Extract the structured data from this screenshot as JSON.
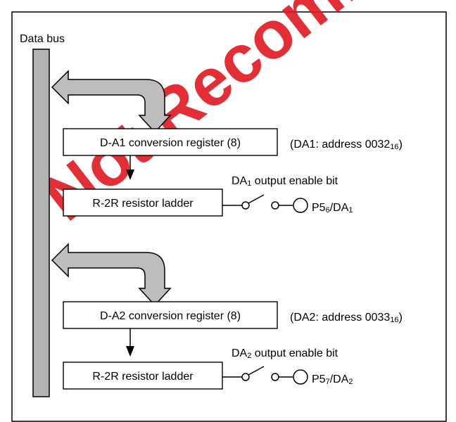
{
  "data_bus_label": "Data bus",
  "watermark_text": "Not Recommended Product",
  "channels": [
    {
      "register_label": "D-A1 conversion register (8)",
      "address_prefix": "(DA1: address 0032",
      "address_sub": "16",
      "address_suffix": ")",
      "ladder_label": "R-2R resistor ladder",
      "enable_prefix": "DA",
      "enable_sub": "1",
      "enable_suffix": " output enable bit",
      "pin_a": "P5",
      "pin_a_sub": "6",
      "pin_b": "/DA",
      "pin_b_sub": "1"
    },
    {
      "register_label": "D-A2 conversion register (8)",
      "address_prefix": "(DA2: address 0033",
      "address_sub": "16",
      "address_suffix": ")",
      "ladder_label": "R-2R resistor ladder",
      "enable_prefix": "DA",
      "enable_sub": "2",
      "enable_suffix": " output enable bit",
      "pin_a": "P5",
      "pin_a_sub": "7",
      "pin_b": "/DA",
      "pin_b_sub": "2"
    }
  ],
  "colors": {
    "bus_fill": "#b3b3b3",
    "arrow_fill": "#bdbdbd",
    "line": "#000000",
    "watermark": "#e01820"
  }
}
